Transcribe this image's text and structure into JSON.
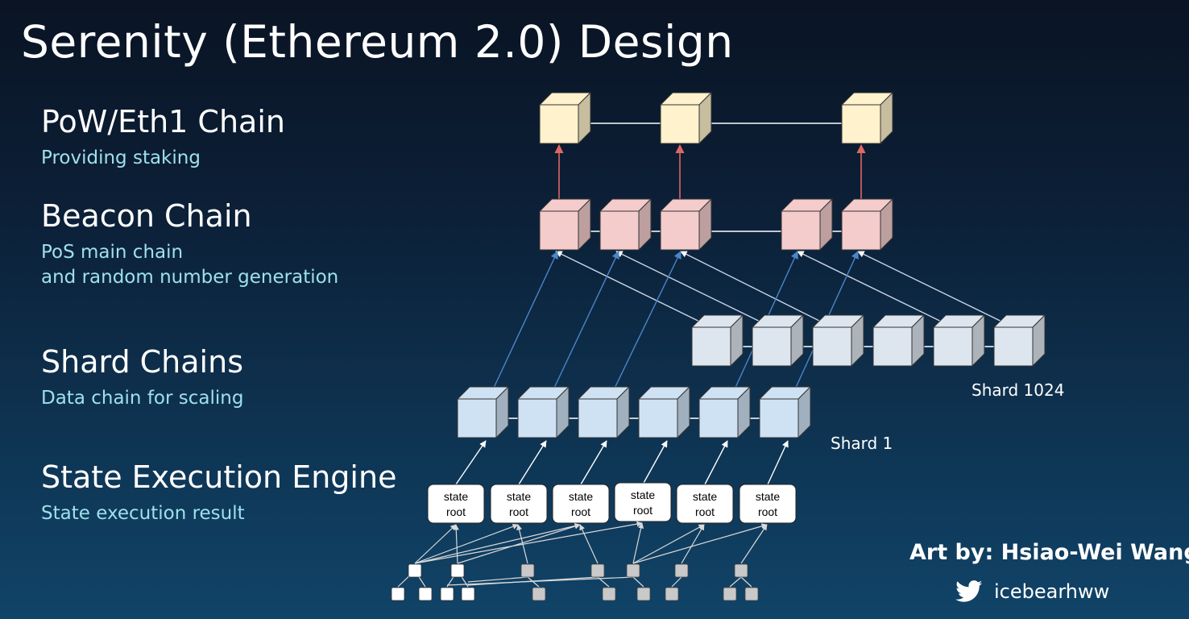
{
  "title": "Serenity (Ethereum 2.0) Design",
  "layers": [
    {
      "title": "PoW/Eth1 Chain",
      "subtitle": [
        "Providing staking"
      ]
    },
    {
      "title": "Beacon Chain",
      "subtitle": [
        "PoS main chain",
        "and random number generation"
      ]
    },
    {
      "title": "Shard Chains",
      "subtitle": [
        "Data chain for scaling"
      ]
    },
    {
      "title": "State Execution Engine",
      "subtitle": [
        "State execution result"
      ]
    }
  ],
  "shards": {
    "first_label": "Shard 1",
    "last_label": "Shard 1024"
  },
  "state_root": {
    "line1": "state",
    "line2": "root",
    "count": 6
  },
  "credit": {
    "text": "Art by: Hsiao-Wei Wang",
    "handle": "icebearhww",
    "icon": "twitter-bird-icon"
  },
  "colors": {
    "pow_block": "#fff2cc",
    "beacon_block": "#f4cccc",
    "shard_block": "#cfe2f3",
    "shard_block_back": "#dde6ef",
    "crosslink_arrow": "#4a86c8",
    "pow_link_arrow": "#e06666",
    "subtitle": "#9ee0ec"
  }
}
